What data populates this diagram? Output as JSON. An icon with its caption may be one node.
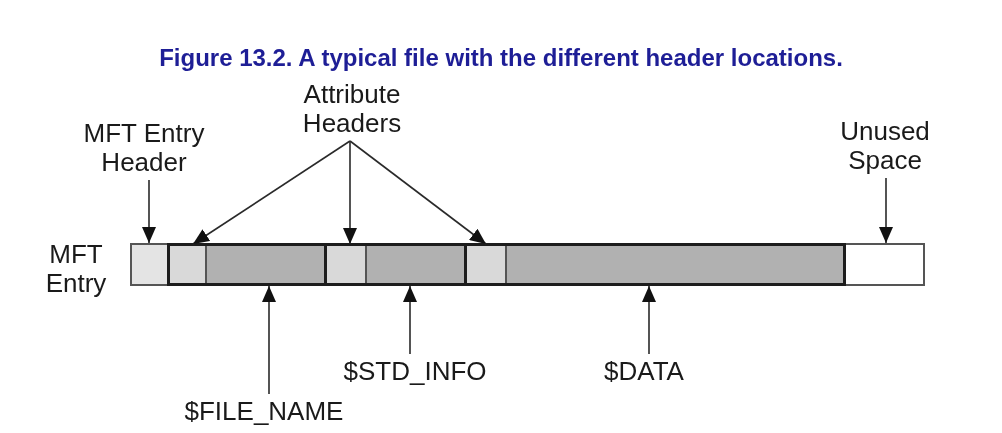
{
  "diagram": {
    "title": "Figure 13.2. A typical file with the different header locations.",
    "nodes": [
      {
        "text": [
          "MFT Entry Header"
        ]
      },
      {
        "text": [
          "Attribute Headers"
        ]
      },
      {
        "text": [
          "Unused Space"
        ]
      },
      {
        "text": [
          "MFT Entry"
        ]
      },
      {
        "text": [],
        "shape": "box",
        "in": 3
      },
      {
        "text": [],
        "shape": "box",
        "in": 3
      },
      {
        "text": [],
        "shape": "box",
        "in": 5
      },
      {
        "text": [],
        "shape": "box",
        "in": 5
      },
      {
        "text": [],
        "shape": "box",
        "in": 5
      },
      {
        "text": [],
        "shape": "box",
        "in": 5
      },
      {
        "text": [],
        "shape": "box",
        "in": 5
      },
      {
        "text": [],
        "shape": "box",
        "in": 5
      },
      {
        "text": [],
        "shape": "box",
        "in": 3
      },
      {
        "text": [
          "$STD_INFO"
        ]
      },
      {
        "text": [
          "$DATA"
        ]
      },
      {
        "text": [
          "$FILE_NAME"
        ]
      }
    ],
    "edges": [
      {
        "from": 0,
        "to": 4,
        "arrow": "to"
      },
      {
        "from": 1,
        "to": 6,
        "arrow": "to"
      },
      {
        "from": 1,
        "to": 8,
        "arrow": "to"
      },
      {
        "from": 1,
        "to": 10,
        "arrow": "to"
      },
      {
        "from": 2,
        "to": 12,
        "arrow": "to"
      },
      {
        "from": 15,
        "to": 7,
        "arrow": "to"
      },
      {
        "from": 13,
        "to": 9,
        "arrow": "to"
      },
      {
        "from": 14,
        "to": 11,
        "arrow": "to"
      }
    ]
  }
}
